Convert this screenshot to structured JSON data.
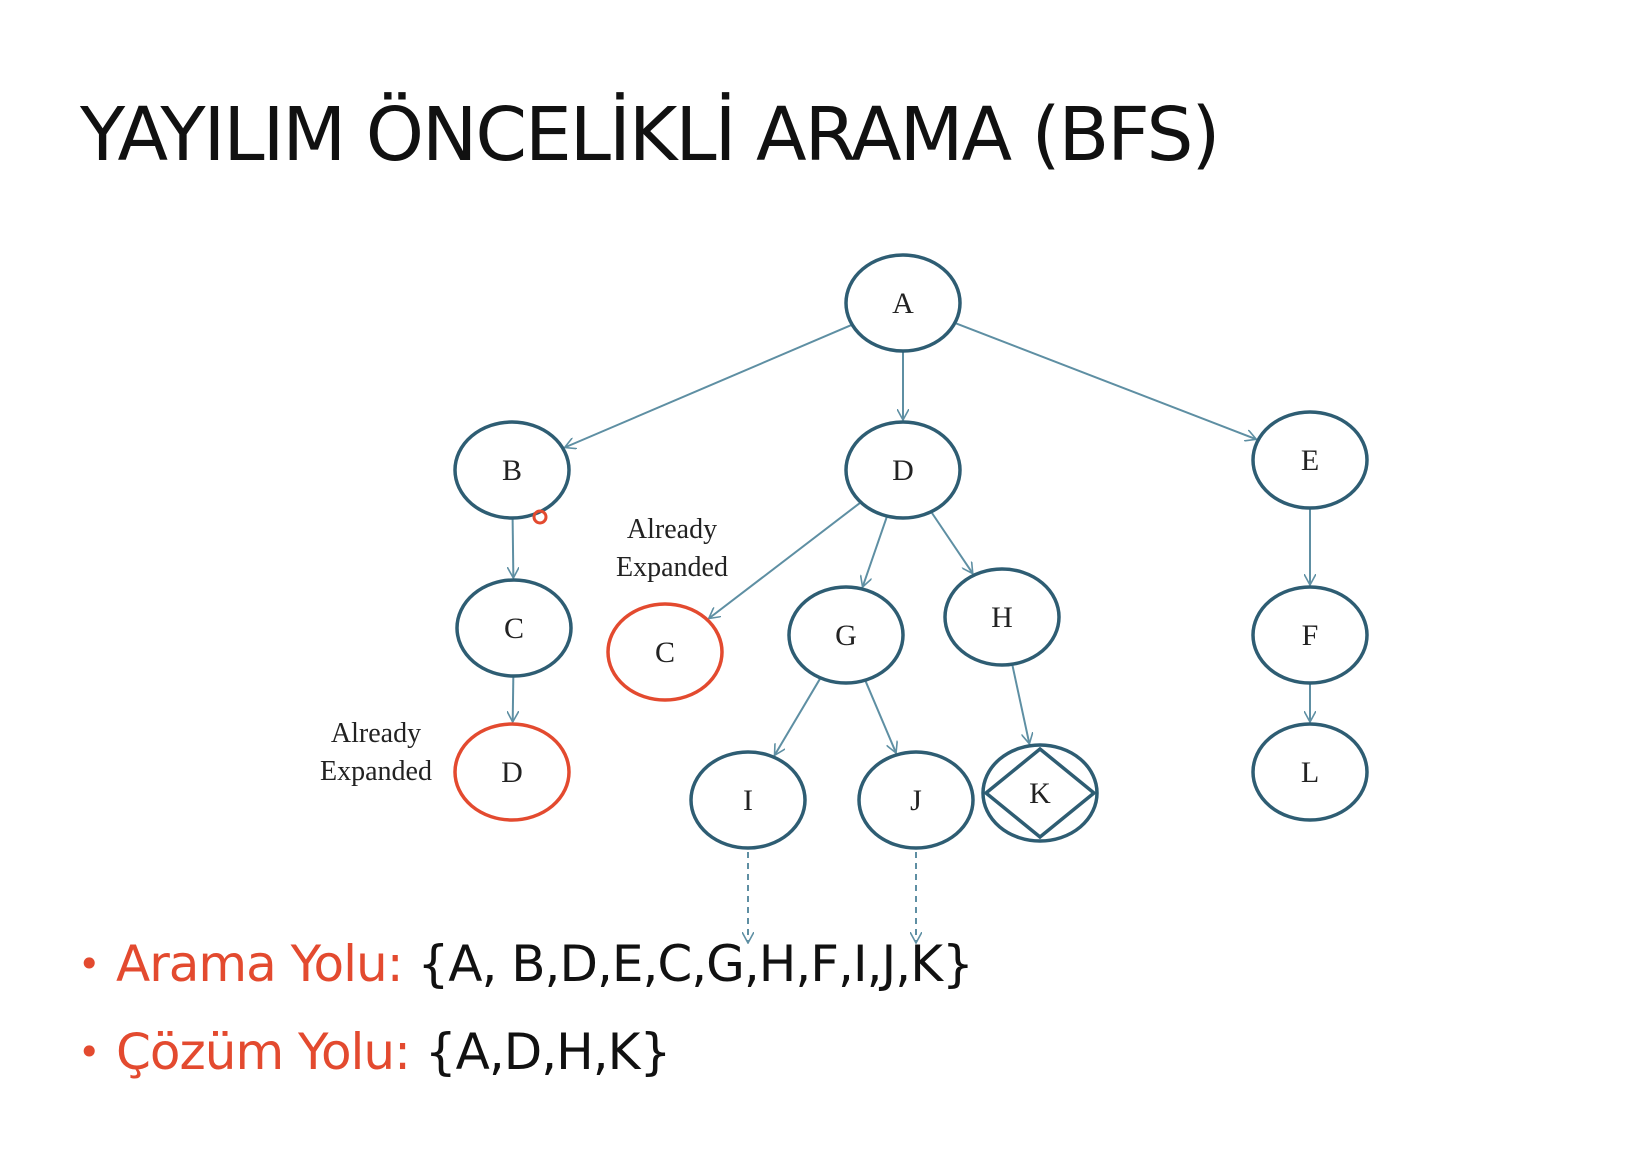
{
  "title": "YAYILIM ÖNCELİKLİ ARAMA (BFS)",
  "colors": {
    "edge": "#5e8fa3",
    "node_border": "#2e5d73",
    "expanded_border": "#e34a2f",
    "accent_red": "#e34a2f",
    "text": "#111111"
  },
  "tree": {
    "nodes": [
      {
        "id": "A",
        "label": "A",
        "state": "normal"
      },
      {
        "id": "B",
        "label": "B",
        "state": "normal"
      },
      {
        "id": "D",
        "label": "D",
        "state": "normal"
      },
      {
        "id": "E",
        "label": "E",
        "state": "normal"
      },
      {
        "id": "C",
        "label": "C",
        "state": "normal"
      },
      {
        "id": "C2",
        "label": "C",
        "state": "already-expanded"
      },
      {
        "id": "G",
        "label": "G",
        "state": "normal"
      },
      {
        "id": "H",
        "label": "H",
        "state": "normal"
      },
      {
        "id": "F",
        "label": "F",
        "state": "normal"
      },
      {
        "id": "D2",
        "label": "D",
        "state": "already-expanded"
      },
      {
        "id": "I",
        "label": "I",
        "state": "normal"
      },
      {
        "id": "J",
        "label": "J",
        "state": "normal"
      },
      {
        "id": "K",
        "label": "K",
        "state": "goal"
      },
      {
        "id": "L",
        "label": "L",
        "state": "normal"
      }
    ],
    "edges": [
      {
        "from": "A",
        "to": "B"
      },
      {
        "from": "A",
        "to": "D"
      },
      {
        "from": "A",
        "to": "E"
      },
      {
        "from": "B",
        "to": "C"
      },
      {
        "from": "C",
        "to": "D2"
      },
      {
        "from": "D",
        "to": "C2"
      },
      {
        "from": "D",
        "to": "G"
      },
      {
        "from": "D",
        "to": "H"
      },
      {
        "from": "E",
        "to": "F"
      },
      {
        "from": "F",
        "to": "L"
      },
      {
        "from": "G",
        "to": "I"
      },
      {
        "from": "G",
        "to": "J"
      },
      {
        "from": "H",
        "to": "K"
      },
      {
        "from": "I",
        "to": "",
        "style": "dashed"
      },
      {
        "from": "J",
        "to": "",
        "style": "dashed"
      }
    ],
    "notes": {
      "near_c2": [
        "Already",
        "Expanded"
      ],
      "near_d2": [
        "Already",
        "Expanded"
      ]
    }
  },
  "bullets": [
    {
      "key": "Arama Yolu: ",
      "value": "{A, B,D,E,C,G,H,F,I,J,K}"
    },
    {
      "key": "Çözüm Yolu: ",
      "value": "{A,D,H,K}"
    }
  ]
}
